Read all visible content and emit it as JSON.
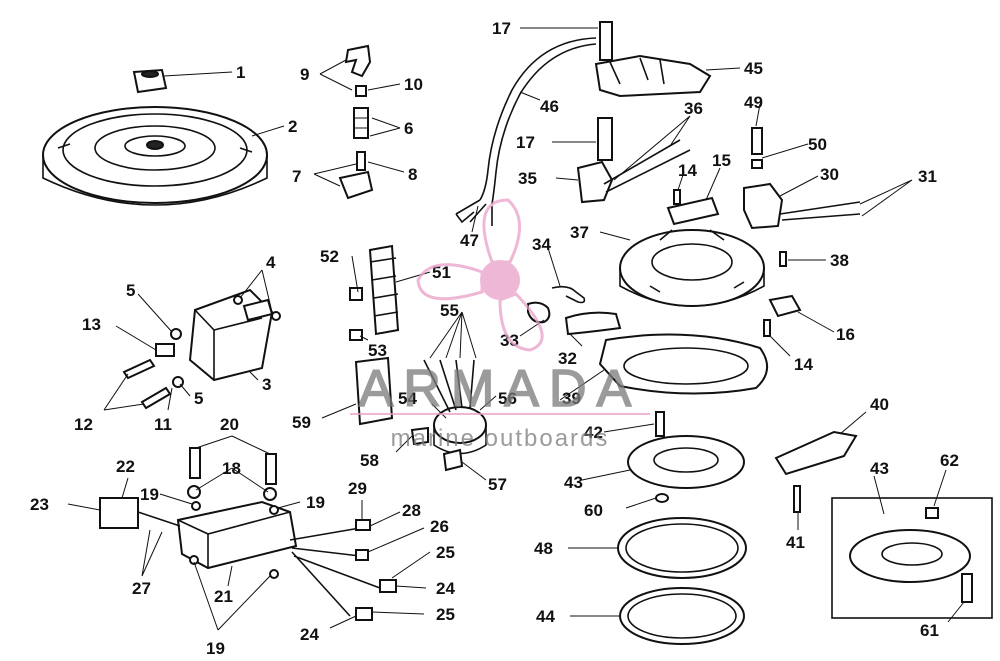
{
  "watermark": {
    "brand": "ARMADA",
    "tagline": "marine outboards",
    "accent_color": "#e8a0c8",
    "text_color": "#7a7a7a",
    "logo_icon": "propeller-icon"
  },
  "callouts": [
    "1",
    "2",
    "3",
    "4",
    "5",
    "5",
    "6",
    "7",
    "8",
    "9",
    "10",
    "11",
    "12",
    "13",
    "14",
    "14",
    "15",
    "16",
    "17",
    "17",
    "18",
    "19",
    "19",
    "19",
    "20",
    "21",
    "22",
    "23",
    "24",
    "24",
    "25",
    "25",
    "26",
    "27",
    "28",
    "29",
    "30",
    "31",
    "32",
    "33",
    "34",
    "35",
    "36",
    "37",
    "38",
    "39",
    "40",
    "41",
    "42",
    "43",
    "43",
    "44",
    "45",
    "46",
    "47",
    "48",
    "49",
    "50",
    "51",
    "52",
    "53",
    "54",
    "55",
    "56",
    "57",
    "58",
    "59",
    "60",
    "61",
    "62"
  ]
}
